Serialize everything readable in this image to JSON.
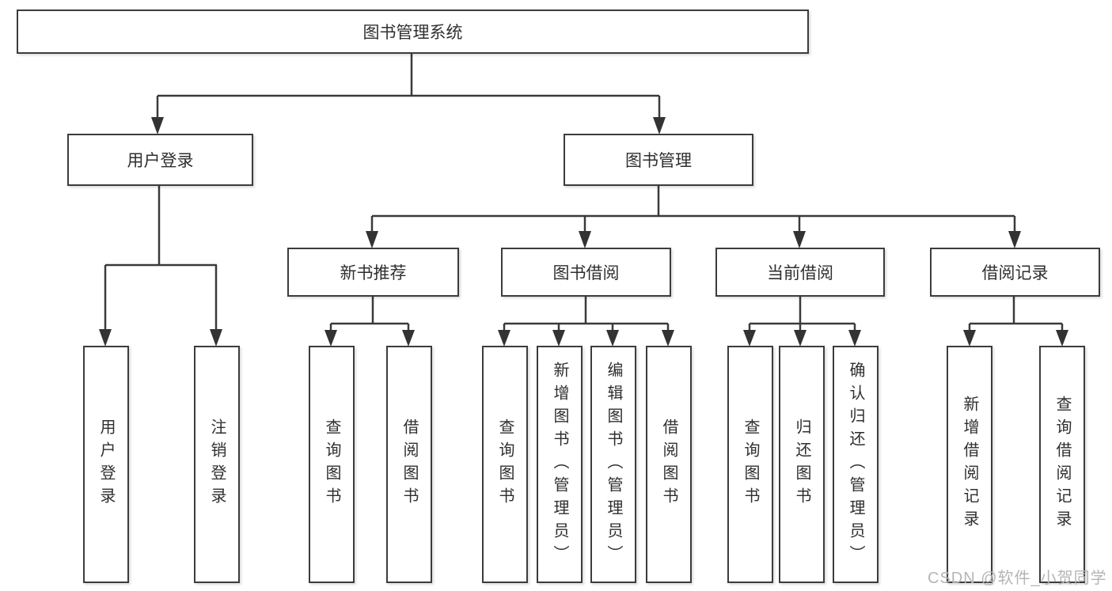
{
  "diagram_type": "hierarchy-flowchart",
  "tree": {
    "label": "图书管理系统",
    "children": [
      {
        "label": "用户登录",
        "children": [
          {
            "label": "用户登录"
          },
          {
            "label": "注销登录"
          }
        ]
      },
      {
        "label": "图书管理",
        "children": [
          {
            "label": "新书推荐",
            "children": [
              {
                "label": "查询图书"
              },
              {
                "label": "借阅图书"
              }
            ]
          },
          {
            "label": "图书借阅",
            "children": [
              {
                "label": "查询图书"
              },
              {
                "label": "新增图书（管理员）"
              },
              {
                "label": "编辑图书（管理员）"
              },
              {
                "label": "借阅图书"
              }
            ]
          },
          {
            "label": "当前借阅",
            "children": [
              {
                "label": "查询图书"
              },
              {
                "label": "归还图书"
              },
              {
                "label": "确认归还（管理员）"
              }
            ]
          },
          {
            "label": "借阅记录",
            "children": [
              {
                "label": "新增借阅记录"
              },
              {
                "label": "查询借阅记录"
              }
            ]
          }
        ]
      }
    ]
  },
  "watermark": "CSDN @软件_小贺同学",
  "colors": {
    "background": "#ffffff",
    "border": "#3c3c3c",
    "line": "#3a3a3a",
    "text": "#2f2f2f",
    "watermark": "#b5b5b5"
  }
}
